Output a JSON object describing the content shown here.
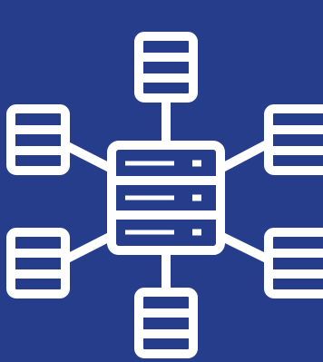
{
  "colors": {
    "background": "#253d8b",
    "stroke": "#ffffff"
  },
  "icon": {
    "name": "server-network-icon",
    "central_server": {
      "name": "server-rack-icon",
      "units": 3
    },
    "peripheral_nodes": [
      {
        "name": "database-icon",
        "position": "top"
      },
      {
        "name": "database-icon",
        "position": "left-upper"
      },
      {
        "name": "database-icon",
        "position": "right-upper"
      },
      {
        "name": "database-icon",
        "position": "left-lower"
      },
      {
        "name": "database-icon",
        "position": "right-lower"
      },
      {
        "name": "database-icon",
        "position": "bottom"
      }
    ]
  }
}
